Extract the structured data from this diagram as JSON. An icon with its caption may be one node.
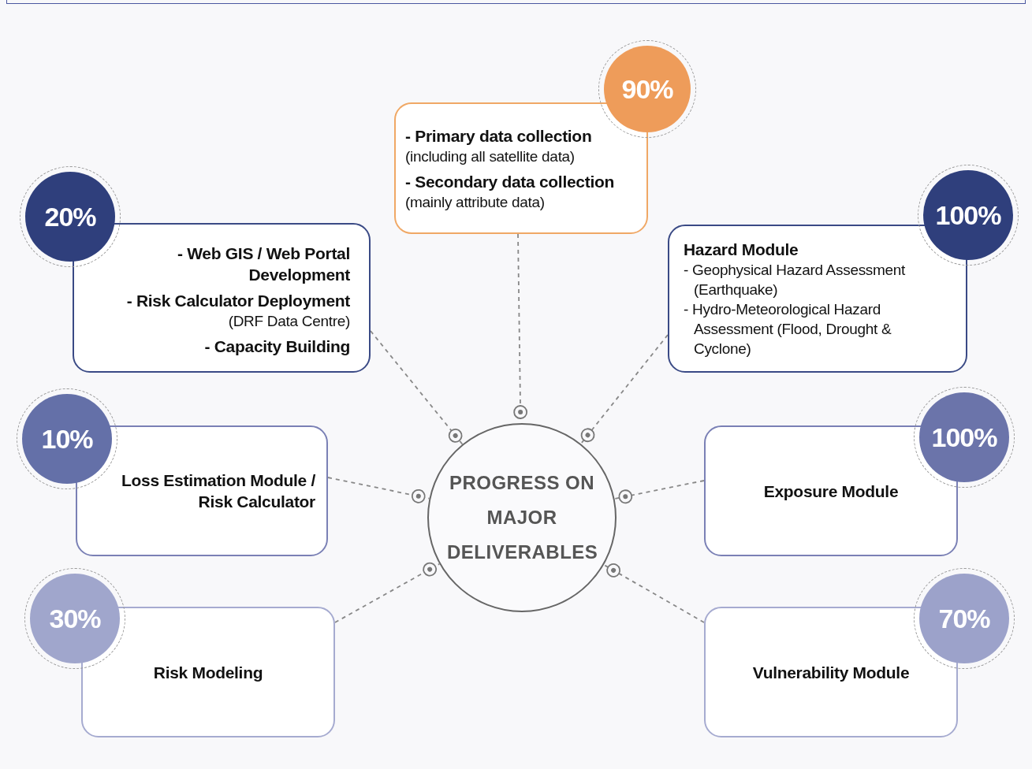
{
  "diagram": {
    "nodes": [
      {
        "text": [
          "PROGRESS ON MAJOR DELIVERABLES"
        ]
      },
      {
        "text": [
          "- Primary data collection",
          "(including all satellite data)",
          "- Secondary data collection",
          "(mainly attribute data)"
        ]
      },
      {
        "text": [
          "90%"
        ]
      },
      {
        "text": [
          "- Web GIS / Web Portal Development",
          "- Risk Calculator Deployment",
          "(DRF Data Centre)",
          "- Capacity Building"
        ]
      },
      {
        "text": [
          "20%"
        ]
      },
      {
        "text": [
          "Hazard Module",
          "- Geophysical Hazard Assessment (Earthquake)",
          "- Hydro-Meteorological Hazard Assessment (Flood, Drought & Cyclone)"
        ]
      },
      {
        "text": [
          "100%"
        ]
      },
      {
        "text": [
          "Loss Estimation Module / Risk Calculator"
        ]
      },
      {
        "text": [
          "10%"
        ]
      },
      {
        "text": [
          "Exposure Module"
        ]
      },
      {
        "text": [
          "100%"
        ]
      },
      {
        "text": [
          "Risk Modeling"
        ]
      },
      {
        "text": [
          "30%"
        ]
      },
      {
        "text": [
          "Vulnerability Module"
        ]
      },
      {
        "text": [
          "70%"
        ]
      }
    ],
    "edges": [
      {
        "from": 1,
        "to": 0,
        "arrow": "other",
        "style": "dashed"
      },
      {
        "from": 3,
        "to": 0,
        "arrow": "other",
        "style": "dashed"
      },
      {
        "from": 5,
        "to": 0,
        "arrow": "other",
        "style": "dashed"
      },
      {
        "from": 7,
        "to": 0,
        "arrow": "other",
        "style": "dashed"
      },
      {
        "from": 9,
        "to": 0,
        "arrow": "other",
        "style": "dashed"
      },
      {
        "from": 11,
        "to": 0,
        "arrow": "other",
        "style": "dashed"
      },
      {
        "from": 13,
        "to": 0,
        "arrow": "other",
        "style": "dashed"
      }
    ]
  }
}
